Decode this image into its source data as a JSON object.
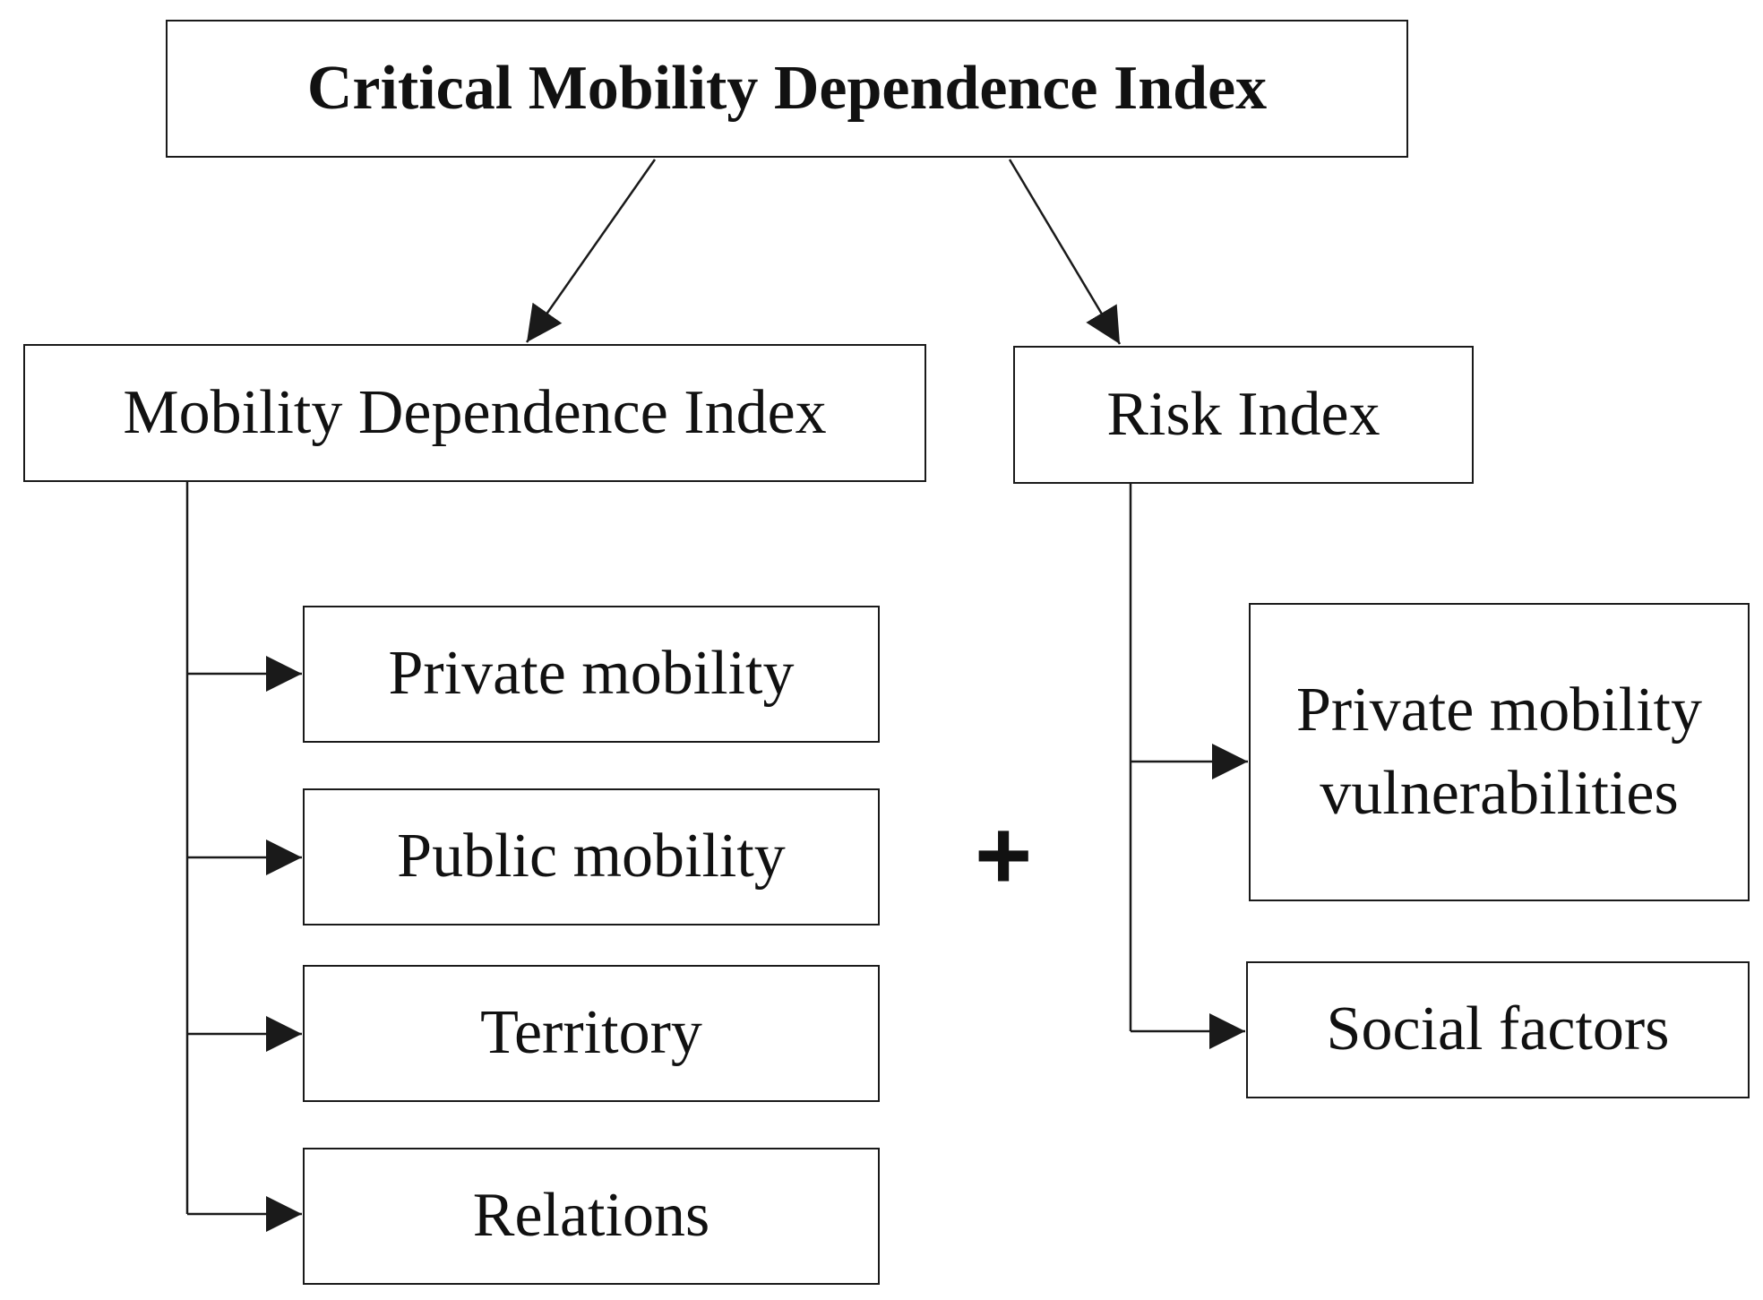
{
  "title": "Critical Mobility Dependence Index",
  "mobility_dependence": {
    "label": "Mobility Dependence Index",
    "components": [
      "Private mobility",
      "Public mobility",
      "Territory",
      "Relations"
    ]
  },
  "combine_symbol": "+",
  "risk": {
    "label": "Risk Index",
    "components": [
      "Private mobility vulnerabilities",
      "Social factors"
    ]
  },
  "colors": {
    "line": "#1a1a1a",
    "text": "#111111",
    "background": "#ffffff"
  }
}
